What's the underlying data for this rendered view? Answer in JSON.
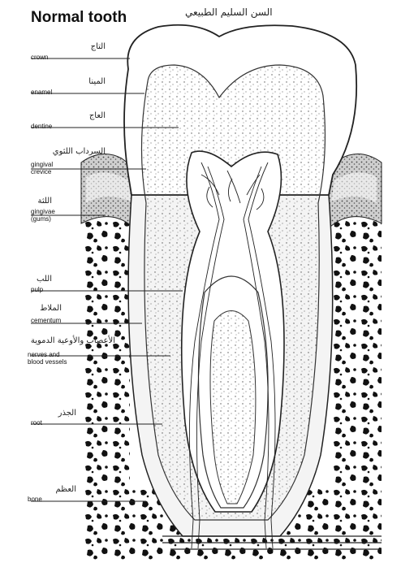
{
  "title_en": "Normal tooth",
  "title_ar": "السن السليم الطبيعي",
  "labels": [
    {
      "key": "crown",
      "en": "crown",
      "ar": "التاج"
    },
    {
      "key": "enamel",
      "en": "enamel",
      "ar": "المينا"
    },
    {
      "key": "dentine",
      "en": "dentine",
      "ar": "العاج"
    },
    {
      "key": "gingival-crevice",
      "en": "gingival crevice",
      "ar": "السرداب اللثوي"
    },
    {
      "key": "gingivae",
      "en": "gingivae (gums)",
      "ar": "اللثة"
    },
    {
      "key": "pulp",
      "en": "pulp",
      "ar": "اللب"
    },
    {
      "key": "cementum",
      "en": "cementum",
      "ar": "الملاط"
    },
    {
      "key": "nerves",
      "en": "nerves and blood vessels",
      "ar": "الأعصاب والأوعية الدموية"
    },
    {
      "key": "root",
      "en": "root",
      "ar": "الجذر"
    },
    {
      "key": "bone",
      "en": "bone",
      "ar": "العظم"
    }
  ]
}
